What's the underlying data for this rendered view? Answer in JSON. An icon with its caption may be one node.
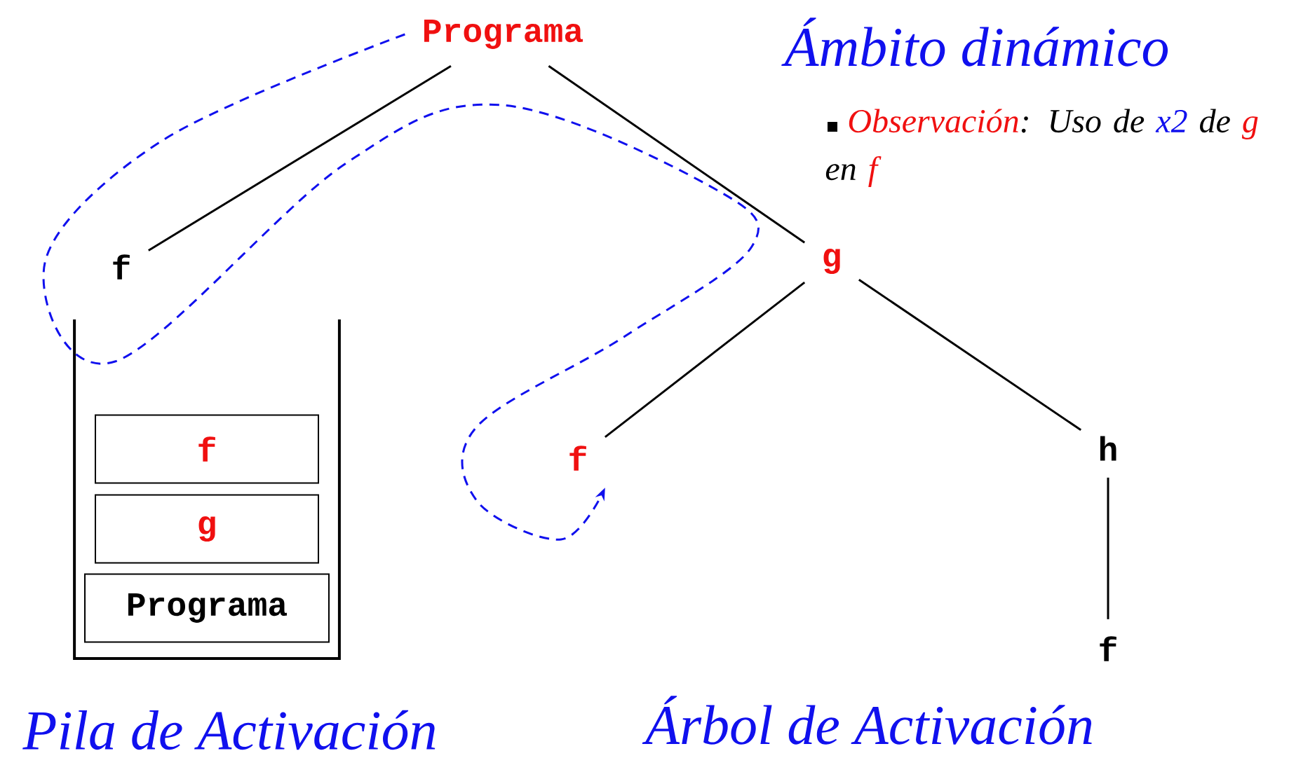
{
  "diagram": {
    "title": "Ámbito dinámico",
    "nodes": [
      {
        "text": [
          "Programa"
        ]
      },
      {
        "text": [
          "f"
        ]
      },
      {
        "text": [
          "g"
        ]
      },
      {
        "text": [
          "f"
        ]
      },
      {
        "text": [
          "h"
        ]
      },
      {
        "text": [
          "f"
        ]
      },
      {
        "text": [],
        "shape": "box"
      },
      {
        "text": [
          "f"
        ],
        "in": 6
      },
      {
        "text": [
          "g"
        ],
        "in": 6
      },
      {
        "text": [
          "Programa"
        ],
        "in": 6
      }
    ],
    "edges": [
      {
        "from": 0,
        "to": 1,
        "arrow": "none"
      },
      {
        "from": 0,
        "to": 2,
        "arrow": "none"
      },
      {
        "from": 2,
        "to": 3,
        "arrow": "none"
      },
      {
        "from": 2,
        "to": 4,
        "arrow": "none"
      },
      {
        "from": 4,
        "to": 5,
        "arrow": "none"
      },
      {
        "from": 0,
        "to": 3,
        "arrow": "to",
        "style": "dashed",
        "color": "#1010ee"
      }
    ],
    "labels": [
      "Observación",
      ": Uso de",
      "x2",
      "de",
      "g",
      "en",
      "f",
      "Pila de Activación",
      "Árbol de Activación"
    ]
  }
}
